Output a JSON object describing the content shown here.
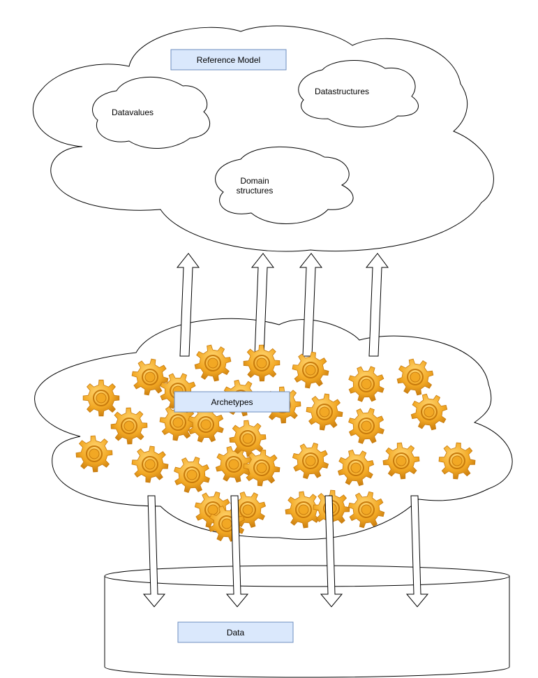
{
  "labels": {
    "reference_model": "Reference Model",
    "datavalues": "Datavalues",
    "datastructures": "Datastructures",
    "domain_line1": "Domain",
    "domain_line2": "structures",
    "archetypes": "Archetypes",
    "data": "Data"
  },
  "colors": {
    "label_box_fill": "#dae8fc",
    "label_box_stroke": "#6c8ebf",
    "gear_light": "#ffd46e",
    "gear_mid": "#f2a824",
    "gear_dark": "#c77a0c",
    "outline": "#000000"
  },
  "icons": {
    "gear": "gear-icon"
  }
}
